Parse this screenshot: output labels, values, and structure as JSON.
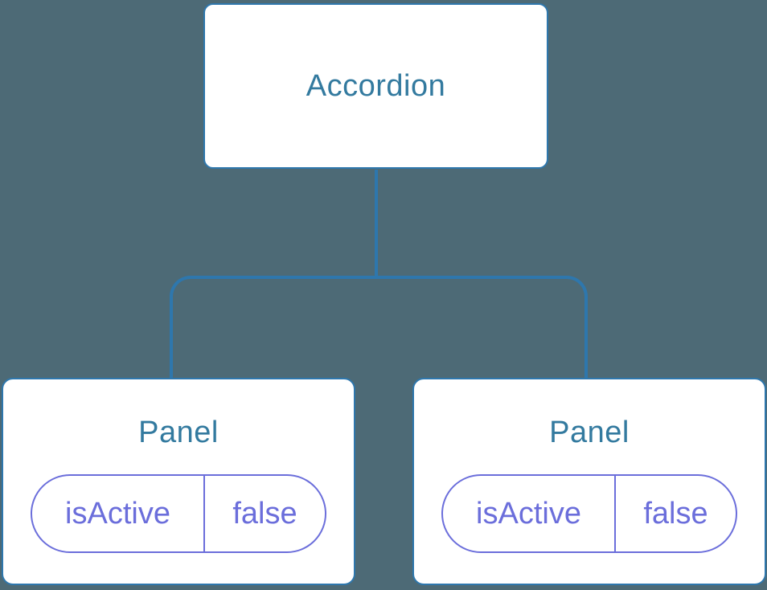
{
  "colors": {
    "bg": "#4d6a76",
    "line": "#2e77ad",
    "node_text": "#337a9f",
    "state": "#6b6edb",
    "node_bg": "#ffffff"
  },
  "tree": {
    "root": {
      "label": "Accordion"
    },
    "children": [
      {
        "label": "Panel",
        "state": {
          "key": "isActive",
          "value": "false"
        }
      },
      {
        "label": "Panel",
        "state": {
          "key": "isActive",
          "value": "false"
        }
      }
    ]
  }
}
